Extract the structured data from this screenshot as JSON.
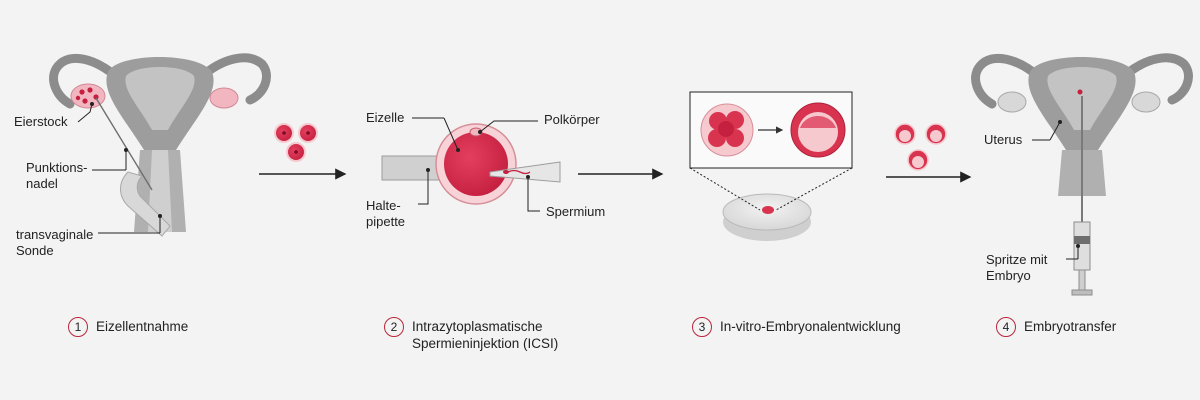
{
  "colors": {
    "accent": "#b8283a",
    "egg": "#d42a4b",
    "egg_light": "#f6c9cf",
    "tissue_gray": "#9a9a9a",
    "tissue_light": "#cfcfcf",
    "background": "#f3f3f3"
  },
  "panel1": {
    "labels": {
      "ovary": "Eierstock",
      "needle_1": "Punktions-",
      "needle_2": "nadel",
      "probe_1": "transvaginale",
      "probe_2": "Sonde"
    }
  },
  "panel2": {
    "labels": {
      "egg": "Eizelle",
      "polar_body": "Polkörper",
      "holding_1": "Halte-",
      "holding_2": "pipette",
      "sperm": "Spermium"
    }
  },
  "panel4": {
    "labels": {
      "uterus": "Uterus",
      "syringe_1": "Spritze mit",
      "syringe_2": "Embryo"
    }
  },
  "steps": [
    {
      "number": "1",
      "line1": "Eizellentnahme",
      "line2": ""
    },
    {
      "number": "2",
      "line1": "Intrazytoplasmatische",
      "line2": "Spermieninjektion (ICSI)"
    },
    {
      "number": "3",
      "line1": "In-vitro-Embryonalentwicklung",
      "line2": ""
    },
    {
      "number": "4",
      "line1": "Embryotransfer",
      "line2": ""
    }
  ]
}
